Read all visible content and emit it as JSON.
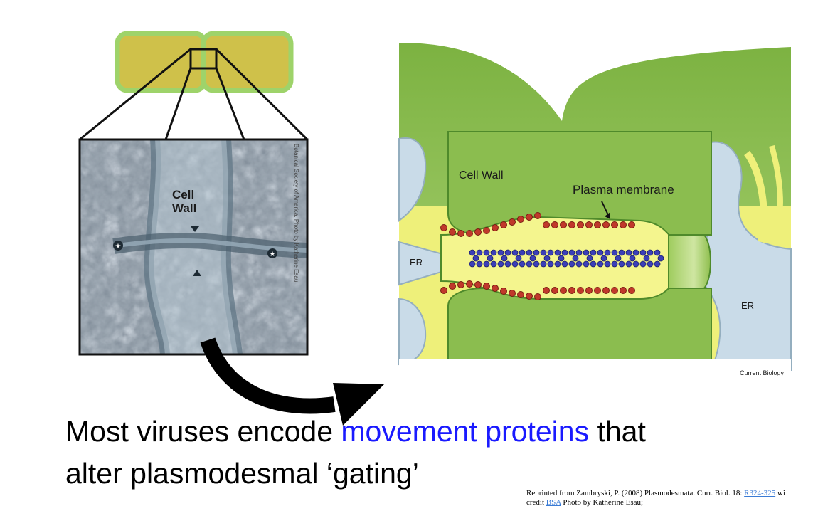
{
  "micrograph": {
    "cell_wall_label_line1": "Cell",
    "cell_wall_label_line2": "Wall",
    "photo_credit": "Botanical Society of America. Photo by Katherine Esau"
  },
  "diagram": {
    "cell_wall_label": "Cell Wall",
    "plasma_membrane_label": "Plasma membrane",
    "er_left_label": "ER",
    "er_right_label": "ER",
    "source_label": "Current Biology"
  },
  "headline": {
    "line1_before": "Most viruses encode ",
    "line1_highlight": "movement proteins",
    "line1_after": " that",
    "line2": "alter plasmodesmal ‘gating’"
  },
  "credit": {
    "line1_before": "Reprinted from Zambryski, P. (2008) Plasmodesmata. Curr. Biol.  18: ",
    "line1_link": "R324-325",
    "line1_after": " wi",
    "line2_before": "credit ",
    "line2_link": "BSA",
    "line2_after": " Photo by Katherine Esau;"
  },
  "colors": {
    "highlight": "#1a1aff",
    "cell_fill": "#cfc14a",
    "cell_border": "#9ed36a",
    "wall_green": "#7bb043",
    "cytoplasm_yellow": "#eef07a",
    "er_blue": "#c9dbe8",
    "link_blue": "#3a7bd5"
  }
}
